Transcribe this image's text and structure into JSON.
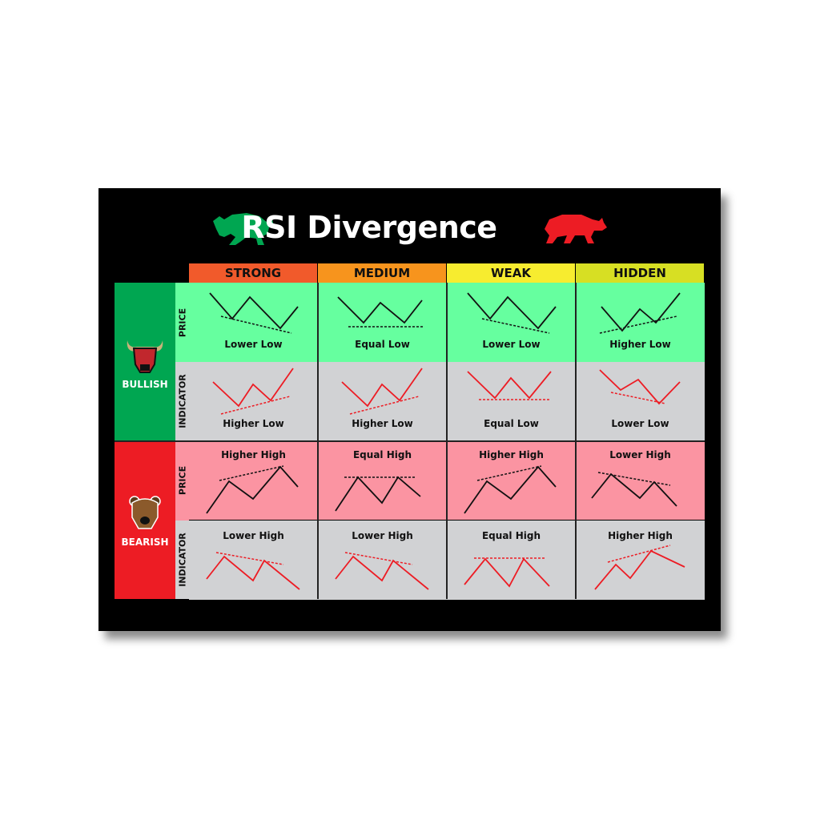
{
  "title": "RSI Divergence",
  "columns": [
    {
      "label": "STRONG",
      "color": "#f15a2b"
    },
    {
      "label": "MEDIUM",
      "color": "#f7941d"
    },
    {
      "label": "WEAK",
      "color": "#f7ec2f"
    },
    {
      "label": "HIDDEN",
      "color": "#d7df23"
    }
  ],
  "groups": {
    "bullish": {
      "label": "BULLISH",
      "color": "#00a651"
    },
    "bearish": {
      "label": "BEARISH",
      "color": "#ed1c24"
    }
  },
  "row_labels": {
    "price": "PRICE",
    "indicator": "INDICATOR"
  },
  "cells": {
    "bull_price": [
      "Lower Low",
      "Equal Low",
      "Lower Low",
      "Higher Low"
    ],
    "bull_indicator": [
      "Higher Low",
      "Higher Low",
      "Equal Low",
      "Lower Low"
    ],
    "bear_price": [
      "Higher High",
      "Equal High",
      "Higher High",
      "Lower High"
    ],
    "bear_indicator": [
      "Lower High",
      "Lower High",
      "Equal High",
      "Higher High"
    ]
  },
  "colors": {
    "price_bg_bull": "#66ff9f",
    "price_bg_bear": "#fb94a2",
    "indicator_bg": "#d1d2d4",
    "price_line": "#111111",
    "indicator_line": "#ed1c24"
  }
}
